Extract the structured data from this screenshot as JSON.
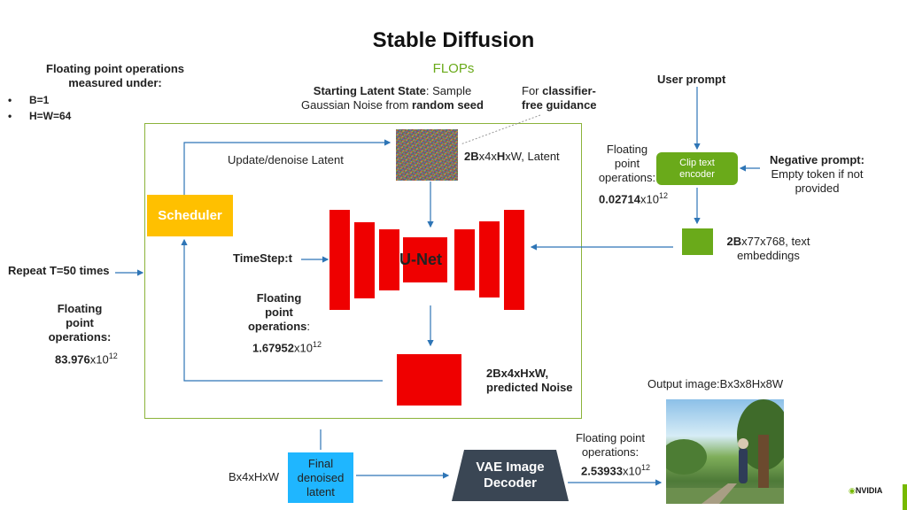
{
  "title": "Stable Diffusion",
  "subtitle": "FLOPs",
  "measured": {
    "heading_line1": "Floating point operations",
    "heading_line2": "measured under:",
    "bullet1": "B=1",
    "bullet2": "H=W=64"
  },
  "starting_latent": {
    "line1_bold": "Starting Latent State",
    "line1_rest": ": Sample",
    "line2_pre": "Gaussian Noise from ",
    "line2_bold": "random seed"
  },
  "cfg": {
    "line1_pre": "For ",
    "line1_bold": "classifier-",
    "line2": "free guidance"
  },
  "user_prompt": "User prompt",
  "update_label": "Update/denoise Latent",
  "latent_shape": {
    "bold1": "2B",
    "plain1": "x4x",
    "bold2": "H",
    "plain2": "xW, Latent"
  },
  "clip_flops": {
    "line1": "Floating",
    "line2": "point",
    "line3": "operations:",
    "value": "0.02714",
    "base": "x10",
    "exp": "12"
  },
  "clip_encoder": {
    "line1": "Clip text",
    "line2": "encoder"
  },
  "negative_prompt": {
    "line1": "Negative prompt:",
    "line2": "Empty token if not",
    "line3": "provided"
  },
  "scheduler": "Scheduler",
  "unet_label": "U-Net",
  "timestep": "TimeStep:t",
  "text_embed": {
    "bold": "2B",
    "rest": "x77x768, text",
    "line2": "embeddings"
  },
  "repeat": "Repeat T=50 times",
  "total_flops": {
    "line1": "Floating",
    "line2": "point",
    "line3": "operations:",
    "value": "83.976",
    "base": "x10",
    "exp": "12"
  },
  "unet_flops": {
    "line1": "Floating",
    "line2": "point",
    "line3": "operations",
    "colon": ":",
    "value": "1.67952",
    "base": "x10",
    "exp": "12"
  },
  "noise_shape": {
    "line1": "2Bx4xHxW,",
    "line2": "predicted Noise"
  },
  "output_label": "Output image:Bx3x8Hx8W",
  "final_latent": {
    "shape": "Bx4xHxW",
    "line1": "Final",
    "line2": "denoised",
    "line3": "latent"
  },
  "vae": {
    "line1": "VAE Image",
    "line2": "Decoder"
  },
  "vae_flops": {
    "line1": "Floating point",
    "line2": "operations:",
    "value": "2.53933",
    "base": "x10",
    "exp": "12"
  },
  "logo": "NVIDIA",
  "colors": {
    "accent_green": "#76b900",
    "scheduler": "#ffc000",
    "unet_red": "#ef0000",
    "clip_green": "#6aaa1a",
    "final_latent_blue": "#1fb6ff",
    "vae_dark": "#3a4654",
    "arrow_blue": "#2e75b6"
  }
}
